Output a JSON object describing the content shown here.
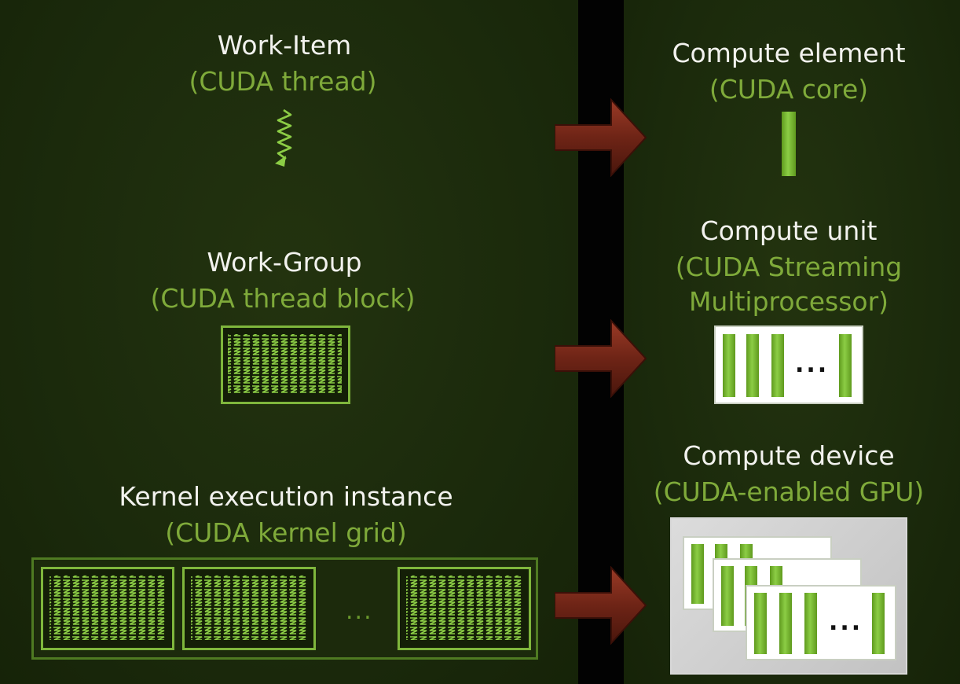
{
  "left": {
    "work_item": {
      "title": "Work-Item",
      "subtitle": "(CUDA thread)"
    },
    "work_group": {
      "title": "Work-Group",
      "subtitle": "(CUDA thread block)"
    },
    "kernel": {
      "title": "Kernel execution instance",
      "subtitle": "(CUDA kernel grid)",
      "ellipsis": "..."
    }
  },
  "right": {
    "compute_element": {
      "title": "Compute element",
      "subtitle": "(CUDA core)"
    },
    "compute_unit": {
      "title": "Compute unit",
      "subtitle_line1": "(CUDA Streaming",
      "subtitle_line2": "Multiprocessor)",
      "ellipsis": "..."
    },
    "compute_device": {
      "title": "Compute device",
      "subtitle": "(CUDA-enabled GPU)",
      "ellipsis": "..."
    }
  },
  "colors": {
    "background": "#1c2a0e",
    "divider": "#020202",
    "title_text": "#f2f2ee",
    "subtitle_text": "#7faa3a",
    "nvidia_green": "#76b900",
    "arrow": "#7a2a1c"
  },
  "icons": [
    "thread-squiggle-icon",
    "thread-block-icon",
    "mapping-arrow-icon",
    "cuda-core-bar-icon"
  ]
}
